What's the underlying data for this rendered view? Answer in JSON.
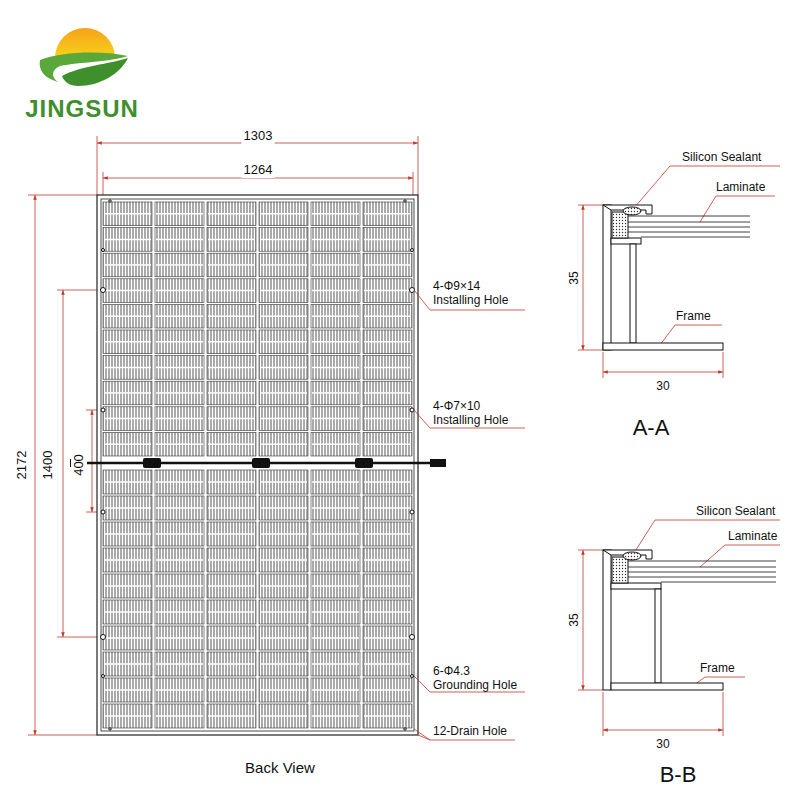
{
  "diagram": {
    "labels": [
      "JINGSUN",
      "1303",
      "1264",
      "2172",
      "1400",
      "400",
      "4-Φ9×14 Installing Hole",
      "4-Φ7×10 Installing Hole",
      "6-Φ4.3 Grounding Hole",
      "12-Drain Hole",
      "Back View",
      "Silicon Sealant",
      "Laminate",
      "35",
      "Frame",
      "30",
      "A-A",
      "Silicon Sealant",
      "Laminate",
      "35",
      "Frame",
      "30",
      "B-B"
    ]
  }
}
